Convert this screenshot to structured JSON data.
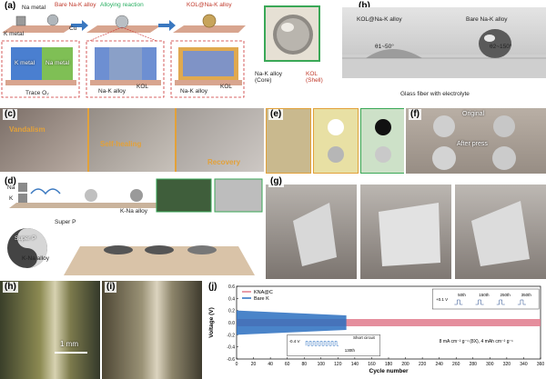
{
  "panels": {
    "a": {
      "label": "(a)",
      "na_metal": "Na metal",
      "bare_alloy": "Bare Na-K alloy",
      "alloying": "Alloying reaction",
      "kol_alloy": "KOL@Na-K alloy",
      "k_metal": "K metal",
      "cu": "Cu",
      "k_box": "K metal",
      "na_box": "Na metal",
      "trace_o2": "Trace O₂",
      "nak_alloy": "Na-K alloy",
      "kol1": "KOL",
      "nak_alloy2": "Na-K alloy",
      "kol2": "KOL"
    },
    "b": {
      "label": "(b)",
      "core": "Na-K alloy\n(Core)",
      "shell": "KOL\n(Shell)",
      "kol_alloy": "KOL@Na-K alloy",
      "bare": "Bare Na-K alloy",
      "theta1": "θ1~50°",
      "theta2": "θ2~150°",
      "glass": "Glass fiber with electrolyte"
    },
    "c": {
      "label": "(c)",
      "vandalism": "Vandalism",
      "self_healing": "Self-healing",
      "recovery": "Recovery"
    },
    "d": {
      "label": "(d)",
      "na": "Na",
      "k": "K",
      "k_na_alloy_arrow": "K-Na alloy",
      "super_p": "Super P",
      "super_p2": "Super P",
      "k_na_alloy": "K-Na alloy"
    },
    "e": {
      "label": "(e)"
    },
    "f": {
      "label": "(f)",
      "original": "Original",
      "after_press": "After press"
    },
    "g": {
      "label": "(g)"
    },
    "h": {
      "label": "(h)",
      "scale": "1 mm"
    },
    "i": {
      "label": "(i)"
    },
    "j": {
      "label": "(j)"
    }
  },
  "chart_data": {
    "type": "line",
    "title": "",
    "xlabel": "Cycle number",
    "ylabel": "Voltage (V)",
    "xlim": [
      0,
      360
    ],
    "ylim": [
      -0.6,
      0.6
    ],
    "xticks": [
      0,
      20,
      40,
      60,
      80,
      100,
      120,
      140,
      160,
      180,
      200,
      220,
      240,
      260,
      280,
      300,
      320,
      340,
      360
    ],
    "yticks": [
      -0.6,
      -0.4,
      -0.2,
      0.0,
      0.2,
      0.4,
      0.6
    ],
    "legend_position": "top-left",
    "series": [
      {
        "name": "KNA@C",
        "color": "#e07a8c",
        "x": [
          0,
          360
        ],
        "y_min": [
          -0.06,
          -0.06
        ],
        "y_max": [
          0.06,
          0.06
        ]
      },
      {
        "name": "Bare K",
        "color": "#2a6fc0",
        "x": [
          0,
          130
        ],
        "y_min": [
          -0.2,
          -0.12
        ],
        "y_max": [
          0.2,
          0.12
        ]
      }
    ],
    "annotations": {
      "short_circuit": "Short circuit",
      "short_circuit_cycle": "130th",
      "inset_left_voltage": "-0.4 V",
      "inset_right_voltage": "+0.1 V",
      "inset_cycles": [
        "50th",
        "150th",
        "250th",
        "350th"
      ],
      "conditions": "8 mA cm⁻² g⁻¹ (8X), 4 mAh cm⁻² g⁻¹"
    }
  }
}
